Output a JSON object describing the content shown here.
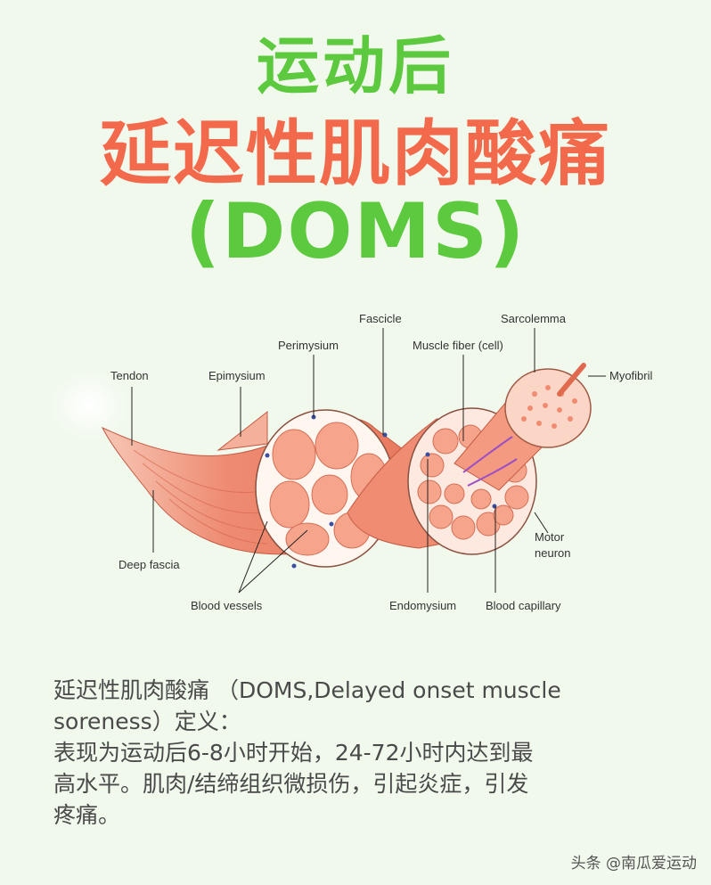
{
  "title": {
    "line1": "运动后",
    "line2": "延迟性肌肉酸痛",
    "line3": "(DOMS)"
  },
  "diagram": {
    "labels": {
      "tendon": "Tendon",
      "epimysium": "Epimysium",
      "perimysium": "Perimysium",
      "fascicle": "Fascicle",
      "sarcolemma": "Sarcolemma",
      "muscle_fiber": "Muscle fiber (cell)",
      "myofibril": "Myofibril",
      "deep_fascia": "Deep fascia",
      "motor": "Motor",
      "neuron": "neuron",
      "blood_vessels": "Blood vessels",
      "endomysium": "Endomysium",
      "blood_capillary": "Blood capillary"
    }
  },
  "description": {
    "line1": "延迟性肌肉酸痛 （DOMS,Delayed onset muscle",
    "line2": "soreness）定义：",
    "line3": "表现为运动后6-8小时开始，24-72小时内达到最",
    "line4": "高水平。肌肉/结缔组织微损伤，引起炎症，引发",
    "line5": "疼痛。"
  },
  "watermark": "头条 @南瓜爱运动",
  "colors": {
    "green": "#5cc93f",
    "orange": "#f2694b",
    "muscle": "#f08a70",
    "background": "#f1f9ec"
  }
}
